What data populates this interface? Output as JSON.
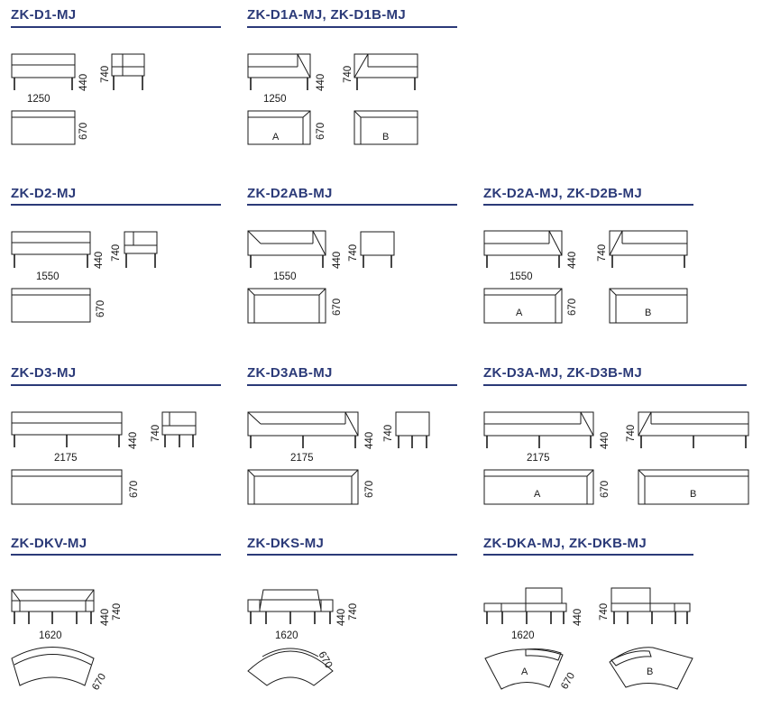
{
  "products": [
    {
      "id": "d1",
      "title": "ZK-D1-MJ",
      "width": "1250",
      "height": "440",
      "back": "740",
      "depth": "670"
    },
    {
      "id": "d1ab",
      "title": "ZK-D1A-MJ, ZK-D1B-MJ",
      "width": "1250",
      "height": "440",
      "back": "740",
      "depth": "670",
      "label_a": "A",
      "label_b": "B"
    },
    {
      "id": "d2",
      "title": "ZK-D2-MJ",
      "width": "1550",
      "height": "440",
      "back": "740",
      "depth": "670"
    },
    {
      "id": "d2ab",
      "title": "ZK-D2AB-MJ",
      "width": "1550",
      "height": "440",
      "back": "740",
      "depth": "670"
    },
    {
      "id": "d2a_b",
      "title": "ZK-D2A-MJ, ZK-D2B-MJ",
      "width": "1550",
      "height": "440",
      "back": "740",
      "depth": "670",
      "label_a": "A",
      "label_b": "B"
    },
    {
      "id": "d3",
      "title": "ZK-D3-MJ",
      "width": "2175",
      "height": "440",
      "back": "740",
      "depth": "670"
    },
    {
      "id": "d3ab",
      "title": "ZK-D3AB-MJ",
      "width": "2175",
      "height": "440",
      "back": "740",
      "depth": "670"
    },
    {
      "id": "d3a_b",
      "title": "ZK-D3A-MJ, ZK-D3B-MJ",
      "width": "2175",
      "height": "440",
      "back": "740",
      "depth": "670",
      "label_a": "A",
      "label_b": "B"
    },
    {
      "id": "dkv",
      "title": "ZK-DKV-MJ",
      "width": "1620",
      "height": "440",
      "back": "740",
      "depth": "670"
    },
    {
      "id": "dks",
      "title": "ZK-DKS-MJ",
      "width": "1620",
      "height": "440",
      "back": "740",
      "depth": "670"
    },
    {
      "id": "dkab",
      "title": "ZK-DKA-MJ, ZK-DKB-MJ",
      "width": "1620",
      "height": "440",
      "back": "740",
      "depth": "670",
      "label_a": "A",
      "label_b": "B"
    }
  ]
}
